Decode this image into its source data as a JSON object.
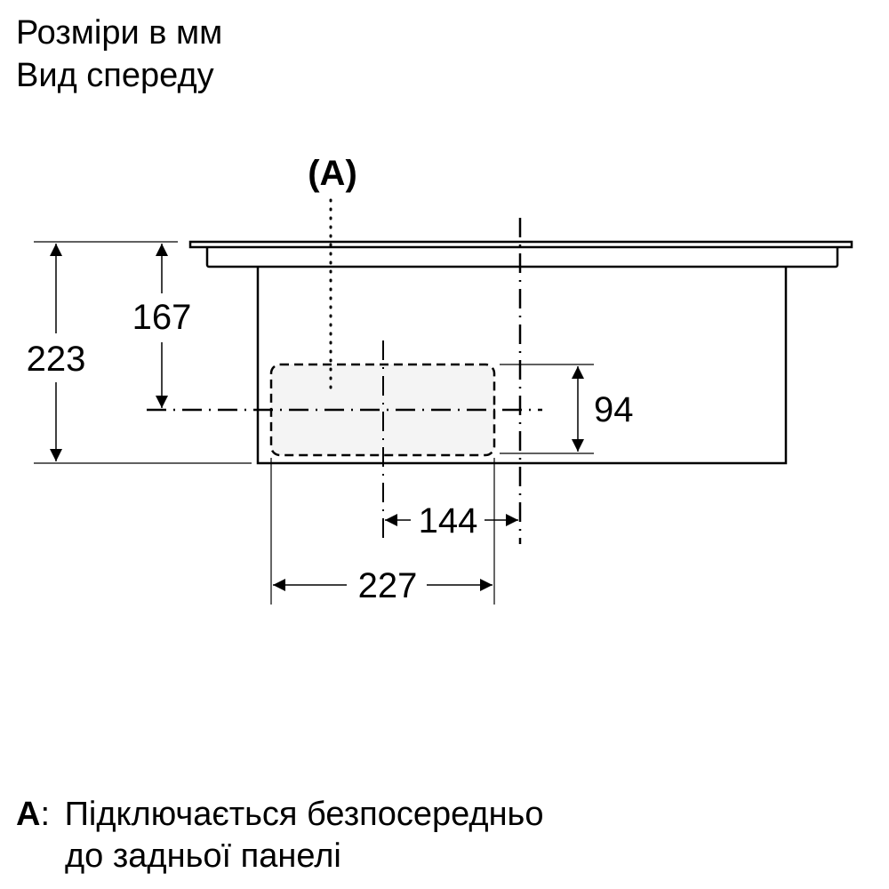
{
  "header": {
    "line1": "Розміри в мм",
    "line2": "Вид спереду"
  },
  "drawing": {
    "callout": "(A)",
    "dims": {
      "total_height": "223",
      "center_height": "167",
      "opening_height": "94",
      "center_offset": "144",
      "opening_width": "227"
    }
  },
  "legend": {
    "key": "A",
    "sep": ":",
    "line1": "Підключається безпосередньо",
    "line2": "до задньої панелі"
  }
}
